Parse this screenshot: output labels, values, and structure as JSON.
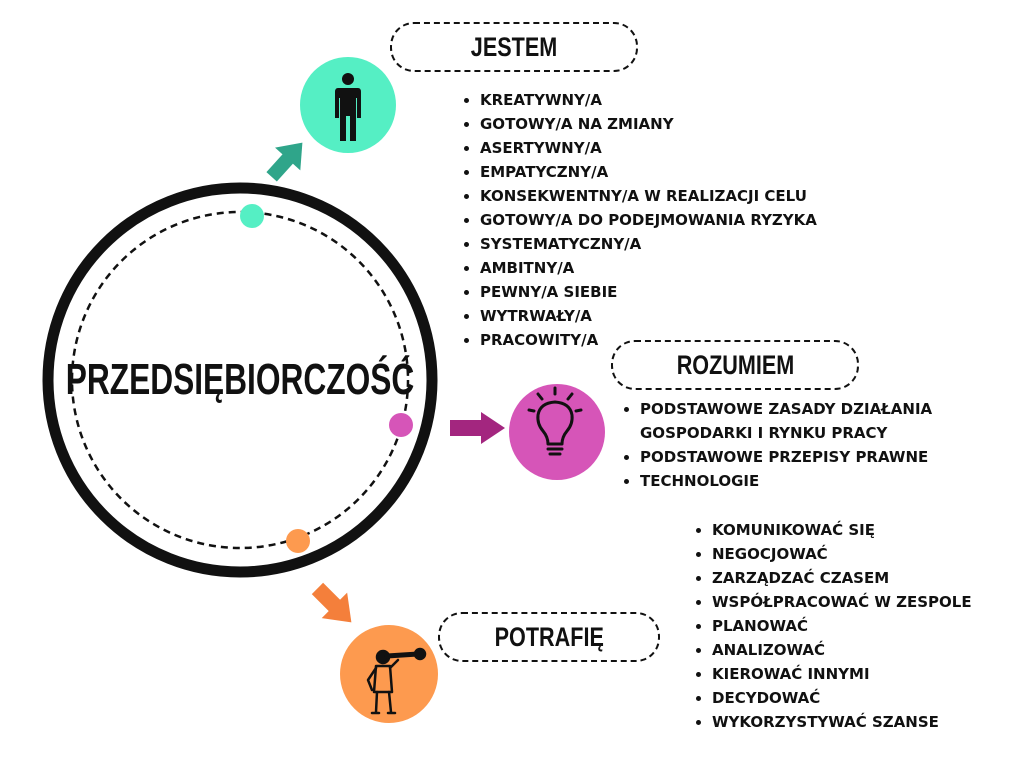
{
  "center": {
    "title": "PRZEDSIĘBIORCZOŚĆ"
  },
  "sections": [
    {
      "title": "JESTEM",
      "color": "#55efc4",
      "arrow_color": "#2fa58a",
      "icon": "person-icon",
      "items": [
        "KREATYWNY/A",
        "GOTOWY/A NA ZMIANY",
        "ASERTYWNY/A",
        "EMPATYCZNY/A",
        "KONSEKWENTNY/A W REALIZACJI CELU",
        "GOTOWY/A DO PODEJMOWANIA RYZYKA",
        "SYSTEMATYCZNY/A",
        "AMBITNY/A",
        "PEWNY/A SIEBIE",
        "WYTRWAŁY/A",
        "PRACOWITY/A"
      ]
    },
    {
      "title": "ROZUMIEM",
      "color": "#d655b8",
      "arrow_color": "#a3267f",
      "icon": "lightbulb-icon",
      "items": [
        "PODSTAWOWE ZASADY DZIAŁANIA",
        "GOSPODARKI I RYNKU PRACY",
        "PODSTAWOWE PRZEPISY PRAWNE",
        "TECHNOLOGIE"
      ]
    },
    {
      "title": "POTRAFIĘ",
      "color": "#fd9a4f",
      "arrow_color": "#f47f3b",
      "icon": "telescope-person-icon",
      "items": [
        "KOMUNIKOWAĆ SIĘ",
        "NEGOCJOWAĆ",
        "ZARZĄDZAĆ CZASEM",
        "WSPÓŁPRACOWAĆ W ZESPOLE",
        "PLANOWAĆ",
        "ANALIZOWAĆ",
        "KIEROWAĆ INNYMI",
        "DECYDOWAĆ",
        "WYKORZYSTYWAĆ SZANSE"
      ]
    }
  ]
}
